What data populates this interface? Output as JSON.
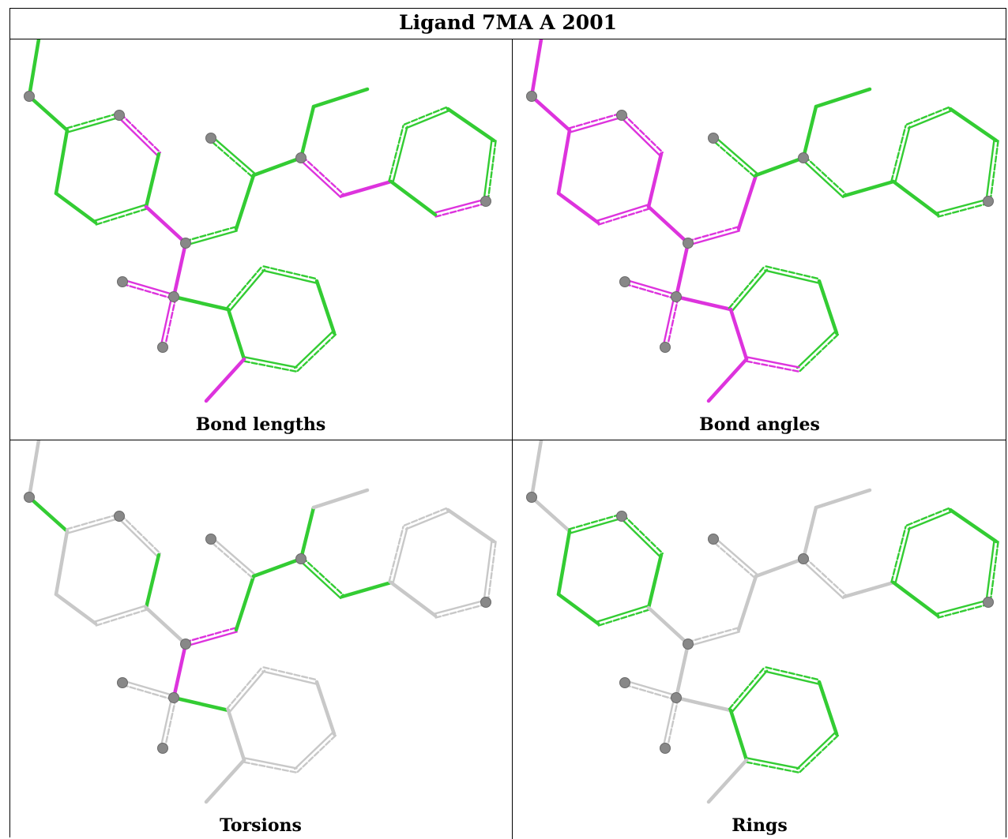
{
  "header": {
    "title": "Ligand 7MA A 2001"
  },
  "panels": [
    {
      "caption": "Bond lengths"
    },
    {
      "caption": "Bond angles"
    },
    {
      "caption": "Torsions"
    },
    {
      "caption": "Rings"
    }
  ],
  "colors": {
    "ok": "#33cc33",
    "outlier": "#dd33dd",
    "neutral": "#c8c8c8",
    "atom": "#888888",
    "border": "#000000"
  }
}
